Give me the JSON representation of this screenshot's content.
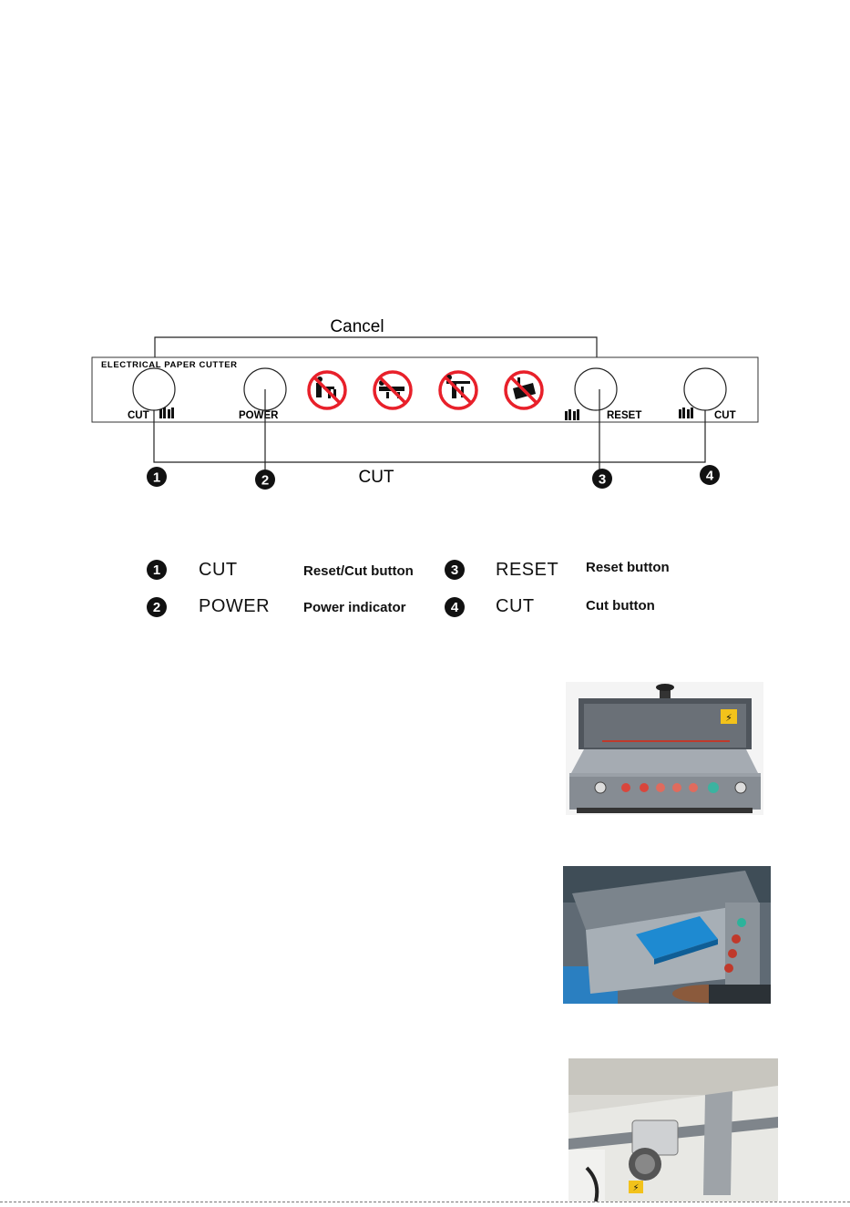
{
  "diagram": {
    "callout_top": "Cancel",
    "callout_bottom": "CUT",
    "panel_title": "ELECTRICAL PAPER CUTTER",
    "labels": {
      "cut_left": "CUT",
      "power": "POWER",
      "reset": "RESET",
      "cut_right": "CUT"
    },
    "numbers": [
      "1",
      "2",
      "3",
      "4"
    ],
    "warning_icons": [
      "no-hands-icon",
      "no-lying-icon",
      "no-reaching-icon",
      "no-tampering-icon"
    ],
    "colors": {
      "prohibit_red": "#e8202a",
      "line": "#222222"
    }
  },
  "legend": [
    {
      "num": "1",
      "code": "CUT",
      "desc": "Reset/Cut button"
    },
    {
      "num": "3",
      "code": "RESET",
      "desc": "Reset button"
    },
    {
      "num": "2",
      "code": "POWER",
      "desc": "Power indicator"
    },
    {
      "num": "4",
      "code": "CUT",
      "desc": "Cut button"
    }
  ],
  "photos": [
    {
      "name": "machine-front-photo",
      "warning_badge": "⚡"
    },
    {
      "name": "machine-loading-photo"
    },
    {
      "name": "machine-backgauge-photo",
      "warning_badge": "⚡"
    }
  ]
}
